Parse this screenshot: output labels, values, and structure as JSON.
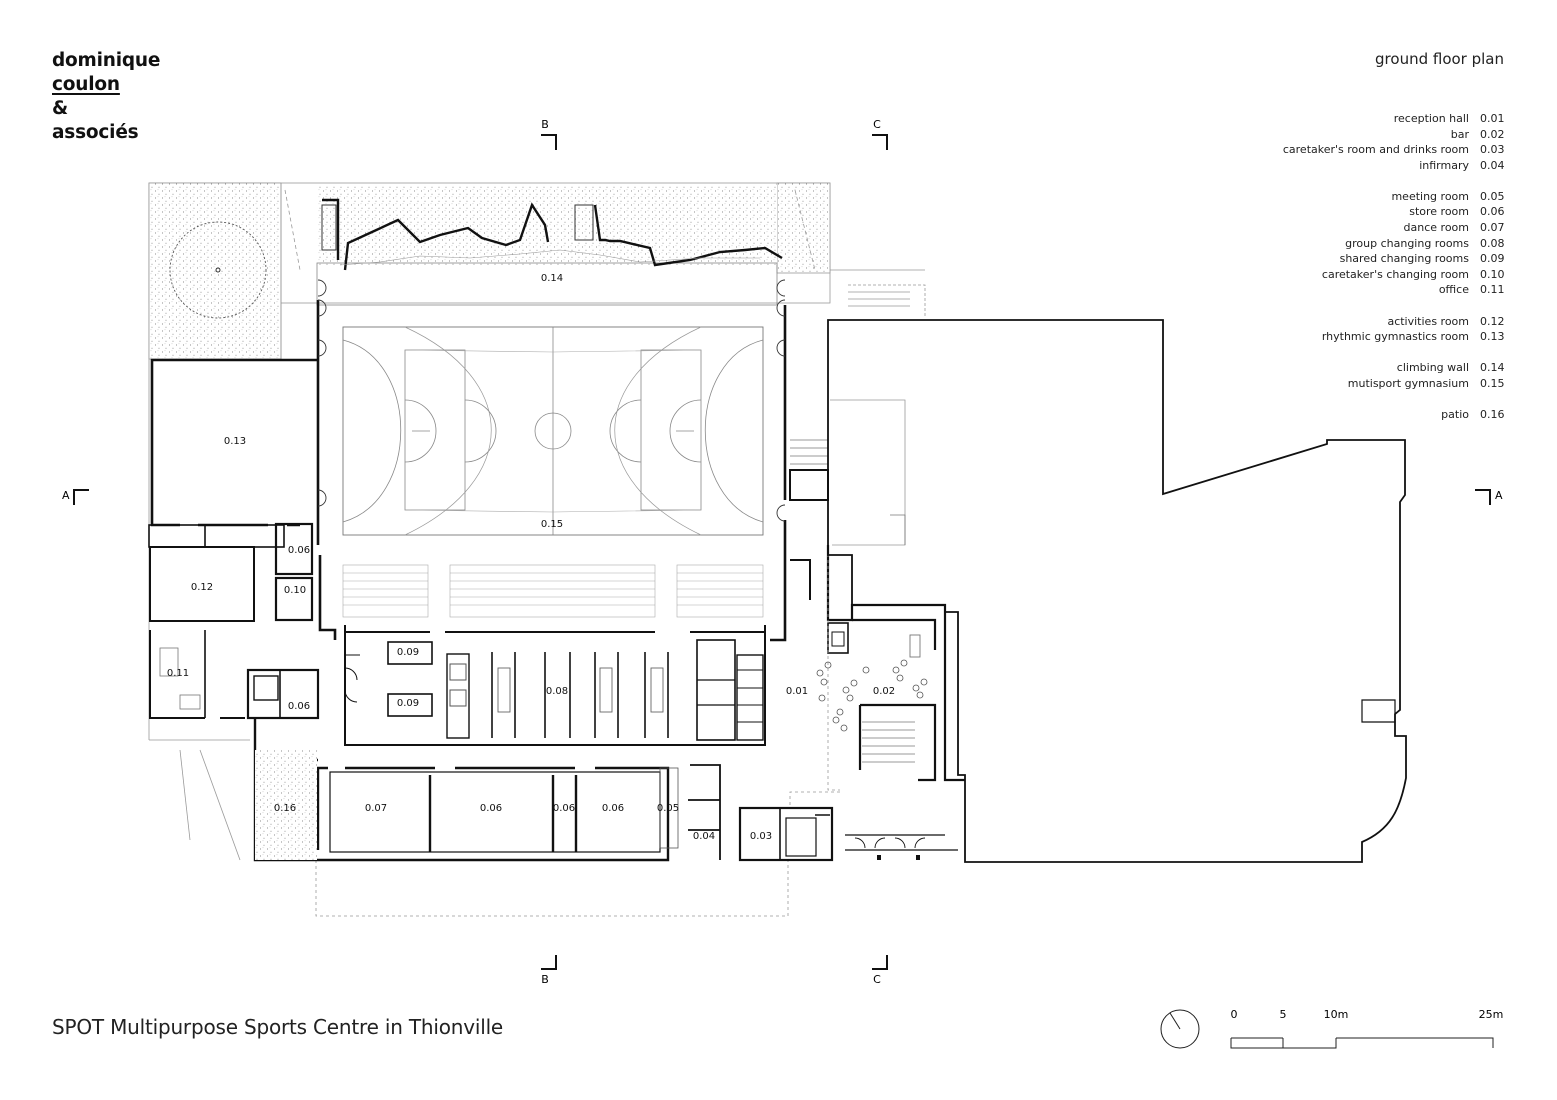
{
  "logo": {
    "line1": "dominique",
    "line2": "coulon",
    "line3": "&",
    "line4": "associés"
  },
  "plan_title": "ground floor plan",
  "project_title": "SPOT Multipurpose Sports Centre in Thionville",
  "legend": [
    [
      {
        "label": "reception hall",
        "code": "0.01"
      },
      {
        "label": "bar",
        "code": "0.02"
      },
      {
        "label": "caretaker's room and drinks room",
        "code": "0.03"
      },
      {
        "label": "infirmary",
        "code": "0.04"
      }
    ],
    [
      {
        "label": "meeting room",
        "code": "0.05"
      },
      {
        "label": "store room",
        "code": "0.06"
      },
      {
        "label": "dance room",
        "code": "0.07"
      },
      {
        "label": "group changing rooms",
        "code": "0.08"
      },
      {
        "label": "shared changing rooms",
        "code": "0.09"
      },
      {
        "label": "caretaker's changing room",
        "code": "0.10"
      },
      {
        "label": "office",
        "code": "0.11"
      }
    ],
    [
      {
        "label": "activities room",
        "code": "0.12"
      },
      {
        "label": "rhythmic gymnastics room",
        "code": "0.13"
      }
    ],
    [
      {
        "label": "climbing wall",
        "code": "0.14"
      },
      {
        "label": "mutisport gymnasium",
        "code": "0.15"
      }
    ],
    [
      {
        "label": "patio",
        "code": "0.16"
      }
    ]
  ],
  "section_markers": {
    "a": "A",
    "b": "B",
    "c": "C"
  },
  "room_labels": {
    "r0_01": "0.01",
    "r0_02": "0.02",
    "r0_03": "0.03",
    "r0_04": "0.04",
    "r0_05": "0.05",
    "r0_06": "0.06",
    "r0_07": "0.07",
    "r0_08": "0.08",
    "r0_09": "0.09",
    "r0_10": "0.10",
    "r0_11": "0.11",
    "r0_12": "0.12",
    "r0_13": "0.13",
    "r0_14": "0.14",
    "r0_15": "0.15",
    "r0_16": "0.16"
  },
  "scale_bar": {
    "t0": "0",
    "t5": "5",
    "t10": "10m",
    "t25": "25m"
  },
  "north_arrow_icon": "north-arrow-icon"
}
